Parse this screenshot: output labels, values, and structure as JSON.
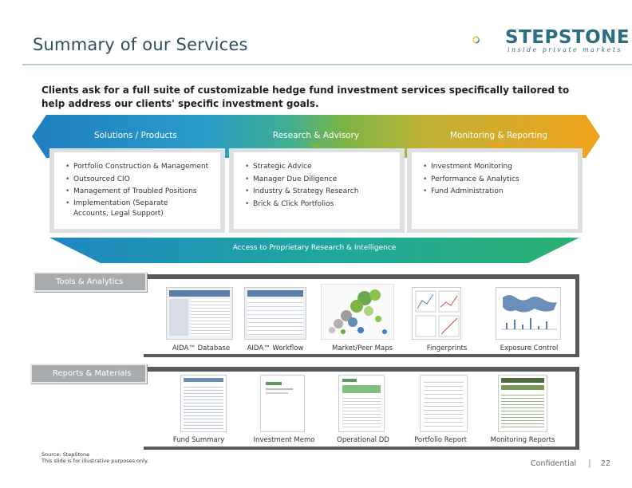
{
  "slide": {
    "title": "Summary of our Services",
    "intro": "Clients ask for a full suite of customizable hedge fund investment services specifically tailored to help address our clients' specific investment goals."
  },
  "logo": {
    "name": "STEPSTONE",
    "tagline": "inside private markets",
    "colors": [
      "#f3c22b",
      "#8cc63f",
      "#2b6e82"
    ]
  },
  "pillars": [
    {
      "label": "Solutions / Products",
      "items": [
        "Portfolio Construction & Management",
        "Outsourced CIO",
        "Management of Troubled Positions",
        "Implementation (Separate Accounts, Legal Support)"
      ]
    },
    {
      "label": "Research & Advisory",
      "items": [
        "Strategic Advice",
        "Manager Due Diligence",
        "Industry & Strategy Research",
        "Brick & Click Portfolios"
      ]
    },
    {
      "label": "Monitoring & Reporting",
      "items": [
        "Investment Monitoring",
        "Performance & Analytics",
        "Fund Administration"
      ]
    }
  ],
  "access": {
    "label": "Access to Proprietary Research & Intelligence"
  },
  "tools": {
    "tab": "Tools & Analytics",
    "items": [
      {
        "caption": "AIDA™ Database"
      },
      {
        "caption": "AIDA™ Workflow"
      },
      {
        "caption": "Market/Peer Maps"
      },
      {
        "caption": "Fingerprints"
      },
      {
        "caption": "Exposure Control"
      }
    ]
  },
  "reports": {
    "tab": "Reports & Materials",
    "items": [
      {
        "caption": "Fund Summary"
      },
      {
        "caption": "Investment Memo"
      },
      {
        "caption": "Operational DD"
      },
      {
        "caption": "Portfolio Report"
      },
      {
        "caption": "Monitoring Reports"
      }
    ]
  },
  "footer": {
    "source": "Source: StepStone",
    "note": "This slide is for illustrative purposes only.",
    "confidential": "Confidential",
    "separator": "|",
    "page": "22"
  },
  "colors": {
    "blue": "#2a8fc6",
    "green": "#7db545",
    "orange": "#f1a21c",
    "teal": "#1fa6a0",
    "title": "#2f4f5f"
  }
}
